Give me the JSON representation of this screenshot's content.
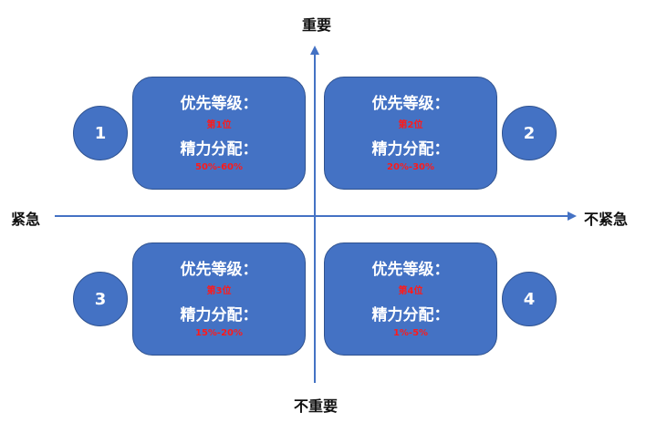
{
  "axes": {
    "top": "重要",
    "bottom": "不重要",
    "left": "紧急",
    "right": "不紧急"
  },
  "colors": {
    "box_fill": "#4472c4",
    "box_border": "#2f528f",
    "axis": "#4472c4",
    "value_text": "#ff1a1a"
  },
  "quadrants": [
    {
      "number": "1",
      "priority_label": "优先等级：",
      "priority": "第1位",
      "allocation_label": "精力分配：",
      "allocation": "50%-60%"
    },
    {
      "number": "2",
      "priority_label": "优先等级：",
      "priority": "第2位",
      "allocation_label": "精力分配：",
      "allocation": "20%-30%"
    },
    {
      "number": "3",
      "priority_label": "优先等级：",
      "priority": "第3位",
      "allocation_label": "精力分配：",
      "allocation": "15%-20%"
    },
    {
      "number": "4",
      "priority_label": "优先等级：",
      "priority": "第4位",
      "allocation_label": "精力分配：",
      "allocation": "1%-5%"
    }
  ]
}
